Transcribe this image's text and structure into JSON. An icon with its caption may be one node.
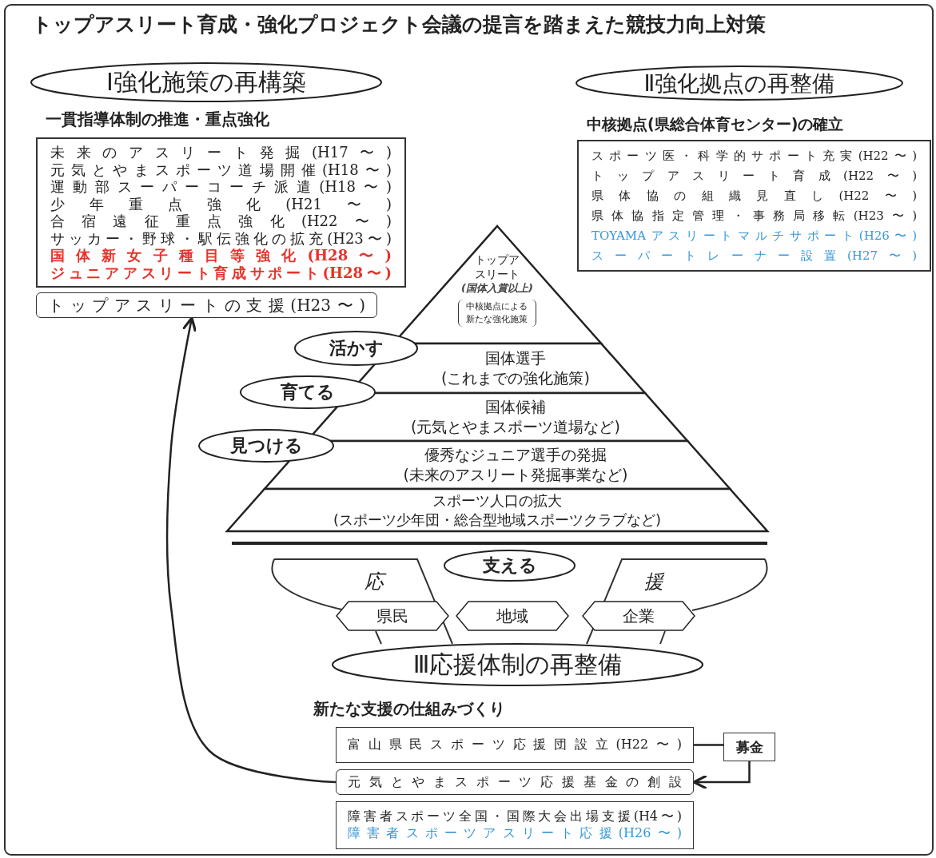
{
  "diagram": {
    "title": "トップアスリート育成・強化プロジェクト会議の提言を踏まえた競技力向上対策",
    "nodes": [
      {
        "text": [
          "Ⅰ強化施策の再構築"
        ]
      },
      {
        "text": [
          "一貫指導体制の推進・重点強化",
          "未来のアスリート発掘(H17〜)",
          "元気とやまスポーツ道場開催(H18〜)",
          "運動部スーパーコーチ派遣(H18〜)",
          "少年重点強化(H21〜)",
          "合宿遠征重点強化(H22〜)",
          "サッカー・野球・駅伝強化の拡充(H23〜)",
          "国体新女子種目等強化(H28〜)",
          "ジュニアアスリート育成サポート(H28〜)"
        ]
      },
      {
        "text": [
          "トップアスリートの支援(H23〜)"
        ]
      },
      {
        "text": [
          "Ⅱ強化拠点の再整備"
        ]
      },
      {
        "text": [
          "中核拠点(県総合体育センター)の確立",
          "スポーツ医・科学的サポート充実(H22〜)",
          "トップアスリート育成(H22〜)",
          "県体協の組織見直し(H22〜)",
          "県体協指定管理・事務局移転(H23〜)",
          "TOYAMAアスリートマルチサポート(H26〜)",
          "スーパートレーナー設置(H27〜)"
        ]
      },
      {
        "text": [
          "トップアスリート",
          "(国体入賞以上)",
          "中核拠点による新たな強化施策"
        ]
      },
      {
        "text": [
          "国体選手",
          "(これまでの強化施策)"
        ]
      },
      {
        "text": [
          "国体候補",
          "(元気とやまスポーツ道場など)"
        ]
      },
      {
        "text": [
          "優秀なジュニア選手の発掘",
          "(未来のアスリート発掘事業など)"
        ]
      },
      {
        "text": [
          "スポーツ人口の拡大",
          "(スポーツ少年団・総合型地域スポーツクラブなど)"
        ]
      },
      {
        "text": [
          "活かす"
        ]
      },
      {
        "text": [
          "育てる"
        ]
      },
      {
        "text": [
          "見つける"
        ]
      },
      {
        "text": [
          "支える"
        ]
      },
      {
        "text": [
          "県民"
        ]
      },
      {
        "text": [
          "地域"
        ]
      },
      {
        "text": [
          "企業"
        ]
      },
      {
        "text": [
          "Ⅲ応援体制の再整備"
        ]
      },
      {
        "text": [
          "富山県民スポーツ応援団設立(H22〜)"
        ]
      },
      {
        "text": [
          "募金"
        ]
      },
      {
        "text": [
          "元気とやまスポーツ応援基金の創設"
        ]
      },
      {
        "text": [
          "障害者スポーツ全国・国際大会出場支援(H4〜)",
          "障害者スポーツアスリート応援(H26〜)"
        ]
      }
    ],
    "edges": [
      {
        "from": 18,
        "to": 19,
        "arrow": "none"
      },
      {
        "from": 19,
        "to": 20,
        "arrow": "to"
      },
      {
        "from": 20,
        "to": 2,
        "arrow": "to"
      }
    ],
    "labels": [
      "応",
      "援",
      "新たな支援の仕組みづくり"
    ]
  }
}
